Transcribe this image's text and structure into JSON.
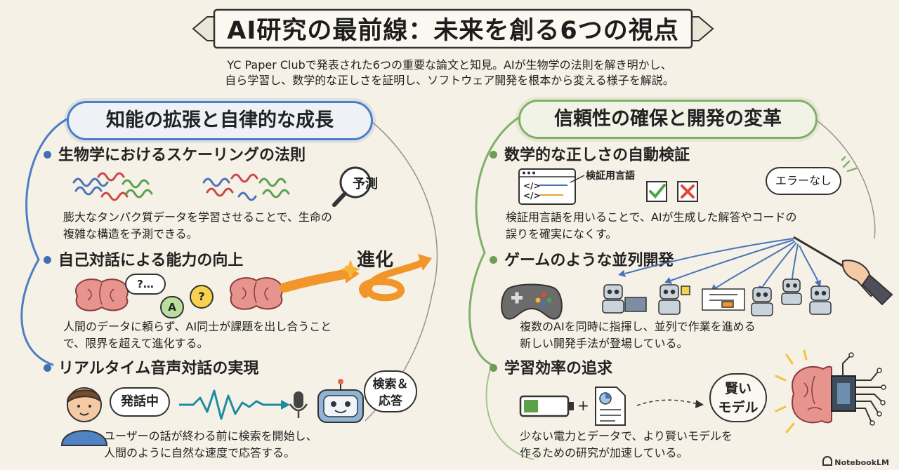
{
  "title": "AI研究の最前線：未来を創る6つの視点",
  "subtitle": {
    "line1": "YC Paper Clubで発表された6つの重要な論文と知見。AIが生物学の法則を解き明かし、",
    "line2": "自ら学習し、数学的な正しさを証明し、ソフトウェア開発を根本から変える様子を解説。"
  },
  "left": {
    "heading": "知能の拡張と自律的な成長",
    "topics": [
      {
        "title": "生物学におけるスケーリングの法則",
        "desc_line1": "膨大なタンパク質データを学習させることで、生命の",
        "desc_line2": "複雑な構造を予測できる。",
        "badge": "予測"
      },
      {
        "title": "自己対話による能力の向上",
        "desc_line1": "人間のデータに頼らず、AI同士が課題を出し合うこと",
        "desc_line2": "で、限界を超えて進化する。",
        "badge": "進化",
        "bubble_q1": "?…",
        "bubble_q2": "?",
        "bubble_a": "A"
      },
      {
        "title": "リアルタイム音声対話の実現",
        "desc_line1": "ユーザーの話が終わる前に検索を開始し、",
        "desc_line2": "人間のように自然な速度で応答する。",
        "bubble_speaking": "発話中",
        "bubble_search_1": "検索＆",
        "bubble_search_2": "応答"
      }
    ]
  },
  "right": {
    "heading": "信頼性の確保と開発の変革",
    "topics": [
      {
        "title": "数学的な正しさの自動検証",
        "desc_line1": "検証用言語を用いることで、AIが生成した解答やコードの",
        "desc_line2": "誤りを確実になくす。",
        "label": "検証用言語",
        "code1": "</>",
        "code2": "</>",
        "bubble": "エラーなし"
      },
      {
        "title": "ゲームのような並列開発",
        "desc_line1": "複数のAIを同時に指揮し、並列で作業を進める",
        "desc_line2": "新しい開発手法が登場している。"
      },
      {
        "title": "学習効率の追求",
        "desc_line1": "少ない電力とデータで、より賢いモデルを",
        "desc_line2": "作るための研究が加速している。",
        "plus": "+",
        "badge_line1": "賢い",
        "badge_line2": "モデル"
      }
    ]
  },
  "footer": {
    "brand": "NotebookLM"
  },
  "colors": {
    "background": "#f6f1e6",
    "left_accent": "#4d7ec4",
    "right_accent": "#7fb069",
    "arrow_orange": "#f0962a"
  }
}
